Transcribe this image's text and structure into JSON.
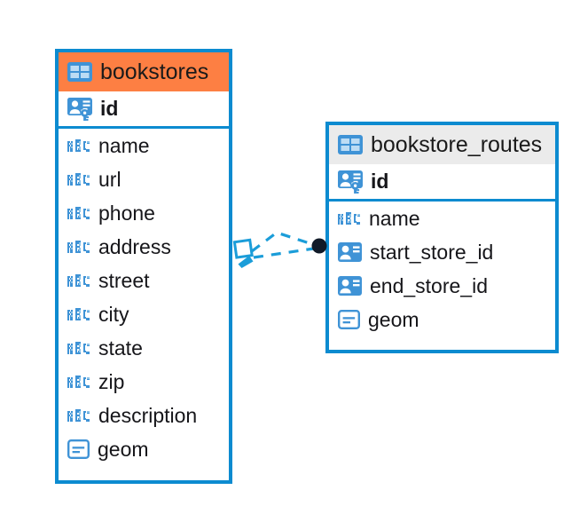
{
  "diagram": {
    "type": "entity-relationship-diagram",
    "background": "#ffffff",
    "accent_blue": "#0c8bd0",
    "accent_orange": "#fd7f43",
    "accent_gray": "#ebebeb",
    "endpoint_dark": "#101a28"
  },
  "entities": [
    {
      "name": "bookstores",
      "header_icon": "table-icon",
      "header_color": "#fd7f43",
      "fields": [
        {
          "label": "id",
          "icon": "primary-key-icon",
          "type": "pk"
        },
        {
          "label": "name",
          "icon": "abc-text-icon",
          "type": "text"
        },
        {
          "label": "url",
          "icon": "abc-text-icon",
          "type": "text"
        },
        {
          "label": "phone",
          "icon": "abc-text-icon",
          "type": "text"
        },
        {
          "label": "address",
          "icon": "abc-text-icon",
          "type": "text"
        },
        {
          "label": "street",
          "icon": "abc-text-icon",
          "type": "text"
        },
        {
          "label": "city",
          "icon": "abc-text-icon",
          "type": "text"
        },
        {
          "label": "state",
          "icon": "abc-text-icon",
          "type": "text"
        },
        {
          "label": "zip",
          "icon": "abc-text-icon",
          "type": "text"
        },
        {
          "label": "description",
          "icon": "abc-text-icon",
          "type": "text"
        },
        {
          "label": "geom",
          "icon": "geometry-icon",
          "type": "geometry"
        }
      ]
    },
    {
      "name": "bookstore_routes",
      "header_icon": "table-icon",
      "header_color": "#ebebeb",
      "fields": [
        {
          "label": "id",
          "icon": "primary-key-icon",
          "type": "pk"
        },
        {
          "label": "name",
          "icon": "abc-text-icon",
          "type": "text"
        },
        {
          "label": "start_store_id",
          "icon": "foreign-key-icon",
          "type": "fk"
        },
        {
          "label": "end_store_id",
          "icon": "foreign-key-icon",
          "type": "fk"
        },
        {
          "label": "geom",
          "icon": "geometry-icon",
          "type": "geometry"
        }
      ]
    }
  ],
  "relationship": {
    "from_entity": "bookstores",
    "to_entity": "bookstore_routes",
    "line_style": "dashed",
    "color": "#0c8bd0",
    "source_marker": "diamond-marker",
    "target_marker": "filled-circle-marker"
  }
}
